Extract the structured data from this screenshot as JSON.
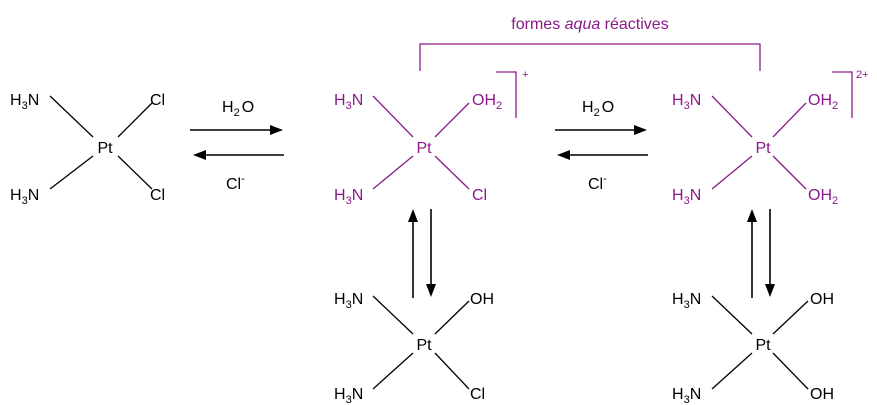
{
  "colors": {
    "black": "#000000",
    "purple": "#8b1a89"
  },
  "header": {
    "title_part1": "formes ",
    "title_italic": "aqua",
    "title_part2": " réactives"
  },
  "reagents": {
    "forward_1": "H",
    "forward_1_sub": "2",
    "forward_1_tail": "O",
    "reverse_1": "Cl",
    "reverse_1_sup": "-",
    "forward_2": "H",
    "forward_2_sub": "2",
    "forward_2_tail": "O",
    "reverse_2": "Cl",
    "reverse_2_sup": "-"
  },
  "complexes": {
    "cisplatin": {
      "center": "Pt",
      "tl": "H",
      "tl_sub": "3",
      "tl_tail": "N",
      "bl": "H",
      "bl_sub": "3",
      "bl_tail": "N",
      "tr": "Cl",
      "br": "Cl"
    },
    "mono_aqua": {
      "center": "Pt",
      "tl": "H",
      "tl_sub": "3",
      "tl_tail": "N",
      "bl": "H",
      "bl_sub": "3",
      "bl_tail": "N",
      "tr": "OH",
      "tr_sub": "2",
      "br": "Cl",
      "charge": "+"
    },
    "di_aqua": {
      "center": "Pt",
      "tl": "H",
      "tl_sub": "3",
      "tl_tail": "N",
      "bl": "H",
      "bl_sub": "3",
      "bl_tail": "N",
      "tr": "OH",
      "tr_sub": "2",
      "br": "OH",
      "br_sub": "2",
      "charge": "2+"
    },
    "hydroxo_chloro": {
      "center": "Pt",
      "tl": "H",
      "tl_sub": "3",
      "tl_tail": "N",
      "bl": "H",
      "bl_sub": "3",
      "bl_tail": "N",
      "tr": "OH",
      "br": "Cl"
    },
    "dihydroxo": {
      "center": "Pt",
      "tl": "H",
      "tl_sub": "3",
      "tl_tail": "N",
      "bl": "H",
      "bl_sub": "3",
      "bl_tail": "N",
      "tr": "OH",
      "br": "OH"
    }
  }
}
